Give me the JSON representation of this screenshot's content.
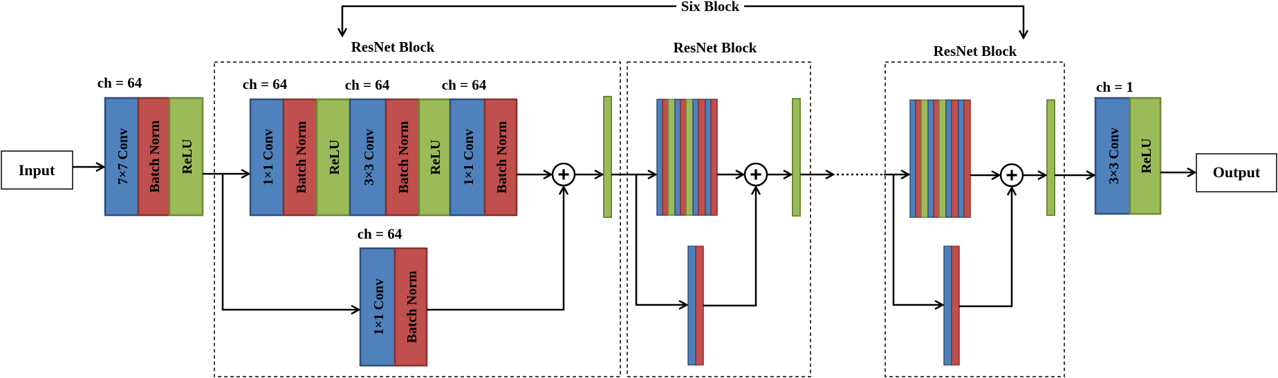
{
  "top_label": "Six Block",
  "block_headers": [
    "ResNet Block",
    "ResNet Block",
    "ResNet Block"
  ],
  "input_label": "Input",
  "output_label": "Output",
  "channel_labels": {
    "stem": "ch = 64",
    "main_a": "ch = 64",
    "main_b": "ch = 64",
    "main_c": "ch = 64",
    "shortcut": "ch = 64",
    "final": "ch = 1"
  },
  "layers": {
    "stem": [
      "7×7 Conv",
      "Batch Norm",
      "ReLU"
    ],
    "main": [
      "1×1 Conv",
      "Batch Norm",
      "ReLU",
      "3×3 Conv",
      "Batch Norm",
      "ReLU",
      "1×1 Conv",
      "Batch Norm"
    ],
    "shortcut": [
      "1×1 Conv",
      "Batch Norm"
    ],
    "final": [
      "3×3 Conv",
      "ReLU"
    ]
  },
  "plus_symbol": "+",
  "colors": {
    "conv": "#4f81bd",
    "conv_border": "#2a4f7f",
    "norm": "#c0504d",
    "norm_border": "#8b2e2b",
    "relu": "#9bbb59",
    "relu_border": "#6b8a32"
  }
}
